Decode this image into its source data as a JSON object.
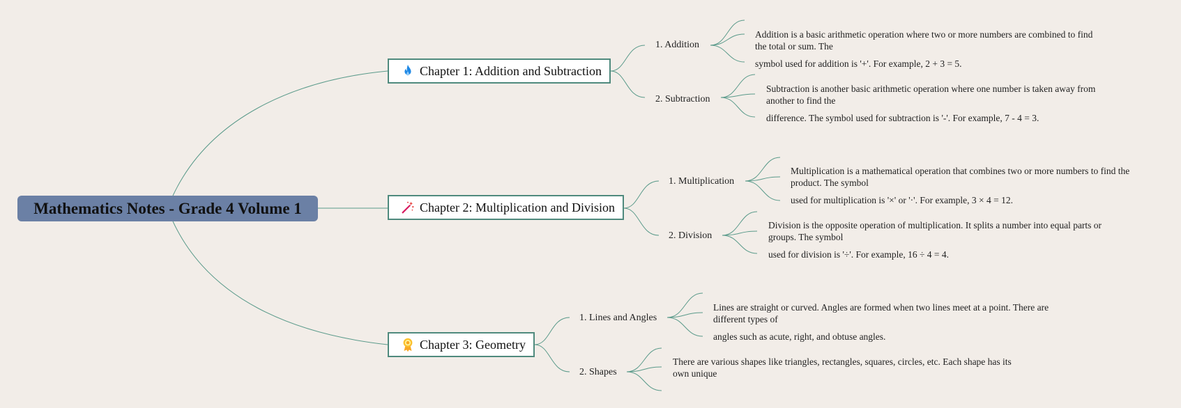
{
  "root": {
    "title": "Mathematics Notes - Grade 4 Volume 1"
  },
  "chapters": [
    {
      "title": "Chapter 1: Addition and Subtraction",
      "icon": "fire-icon",
      "topics": [
        {
          "label": "1. Addition",
          "text": "Addition is a basic arithmetic operation where two or more numbers are combined to find the total or sum. The",
          "tail": "symbol used for addition is '+'. For example, 2 + 3 = 5."
        },
        {
          "label": "2. Subtraction",
          "text": "Subtraction is another basic arithmetic operation where one number is taken away from another to find the",
          "tail": "difference. The symbol used for subtraction is '-'. For example, 7 - 4 = 3."
        }
      ]
    },
    {
      "title": "Chapter 2: Multiplication and Division",
      "icon": "magic-wand-icon",
      "topics": [
        {
          "label": "1. Multiplication",
          "text": "Multiplication is a mathematical operation that combines two or more numbers to find the product. The symbol",
          "tail": "used for multiplication is '×' or '·'. For example, 3 × 4 = 12."
        },
        {
          "label": "2. Division",
          "text": "Division is the opposite operation of multiplication. It splits a number into equal parts or groups. The symbol",
          "tail": "used for division is '÷'. For example, 16 ÷ 4 = 4."
        }
      ]
    },
    {
      "title": "Chapter 3: Geometry",
      "icon": "award-medal-icon",
      "topics": [
        {
          "label": "1. Lines and Angles",
          "text": "Lines are straight or curved. Angles are formed when two lines meet at a point. There are different types of",
          "tail": "angles such as acute, right, and obtuse angles."
        },
        {
          "label": "2. Shapes",
          "text": "There are various shapes like triangles, rectangles, squares, circles, etc. Each shape has its own unique",
          "tail": ""
        }
      ]
    }
  ],
  "colors": {
    "link": "#5a9a8a",
    "root_bg": "#6b80a5",
    "chapter_border": "#4f8a7d",
    "background": "#f2ede8"
  }
}
